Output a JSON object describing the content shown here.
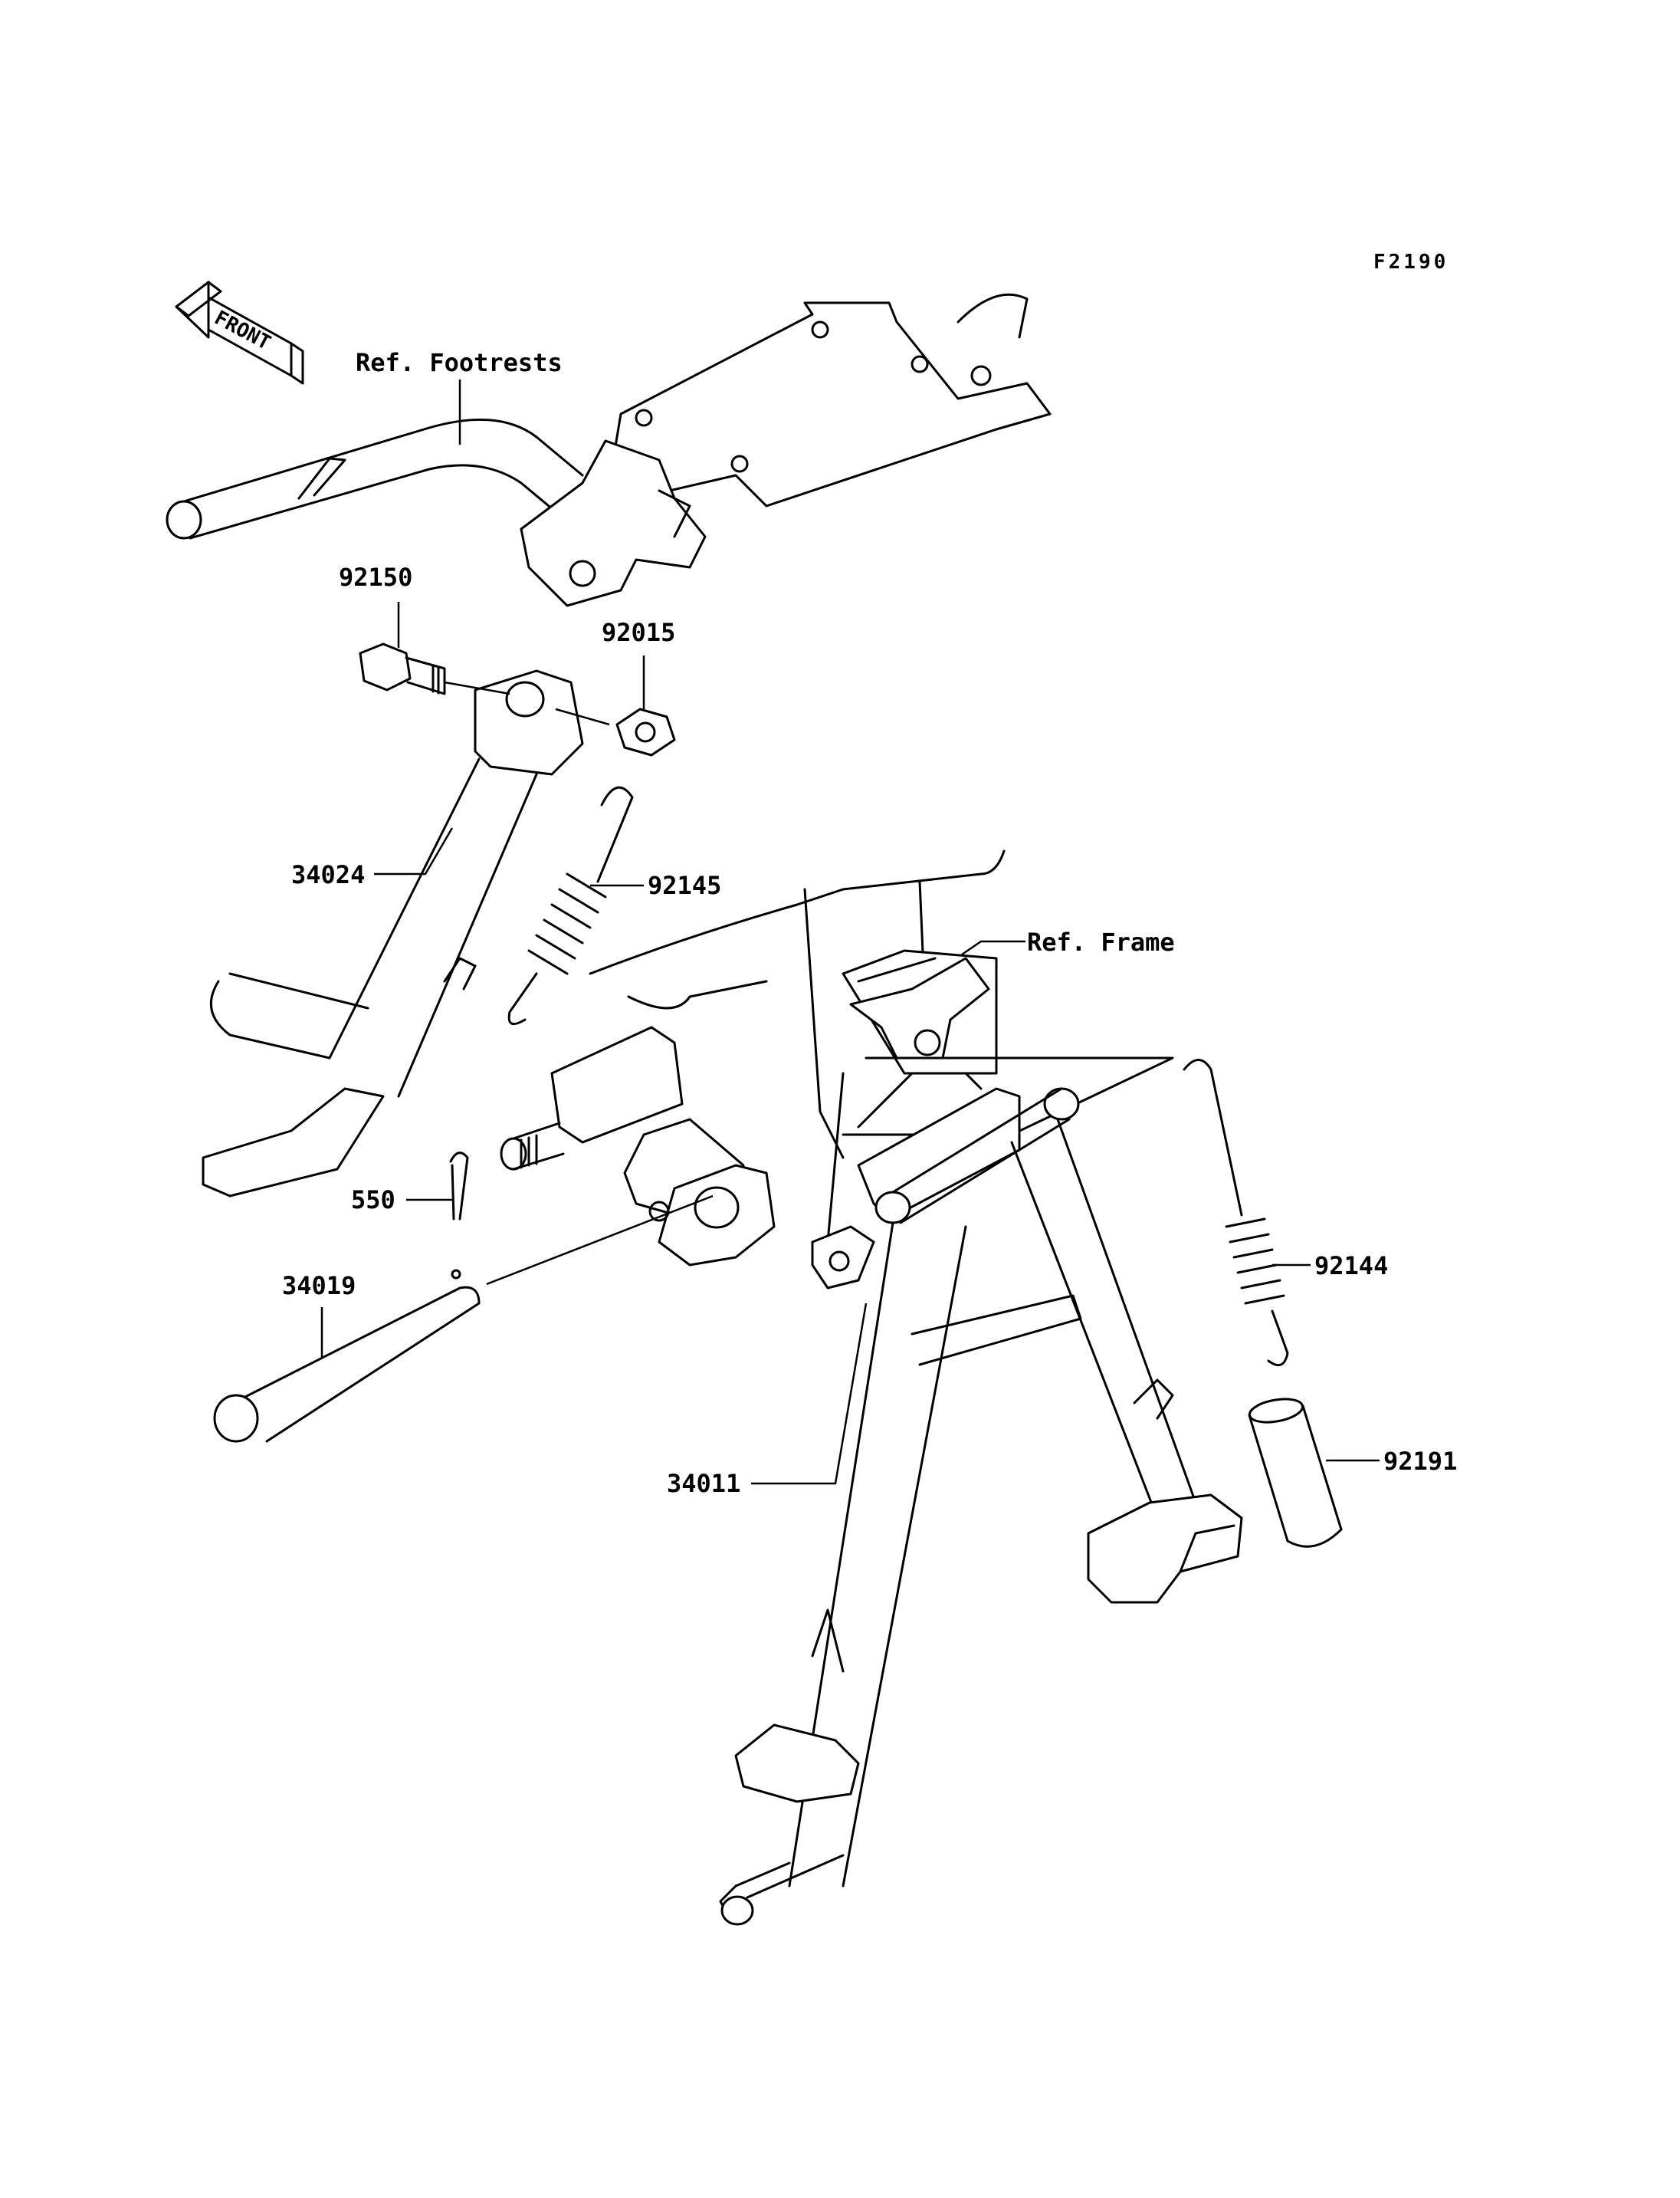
{
  "figure_code": "F2190",
  "direction_marker": "FRONT",
  "references": {
    "footrests": "Ref. Footrests",
    "frame": "Ref. Frame"
  },
  "parts": {
    "bolt": "92150",
    "nut": "92015",
    "side_stand": "34024",
    "side_stand_spring": "92145",
    "cotter_pin": "550",
    "pivot_shaft": "34019",
    "center_stand": "34011",
    "center_stand_spring": "92144",
    "collar": "92191"
  }
}
